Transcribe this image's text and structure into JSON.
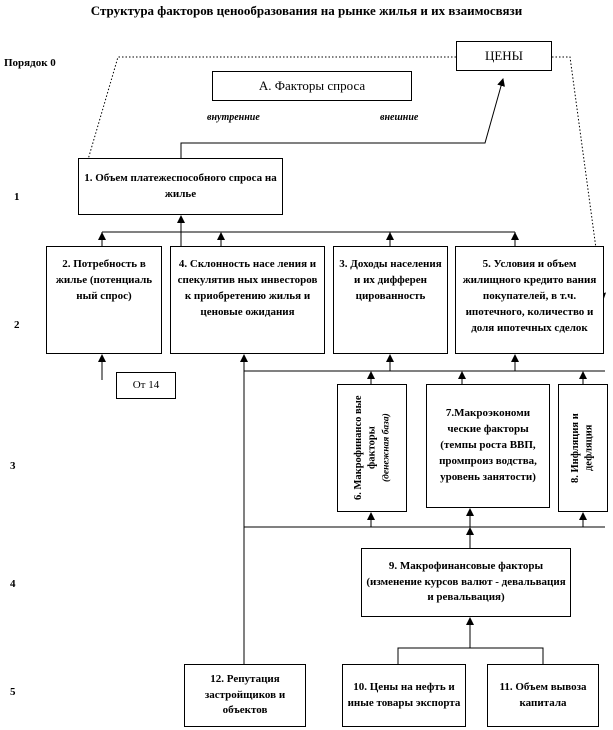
{
  "title": "Структура факторов ценообразования на рынке жилья и их взаимосвязи",
  "levels": [
    "Порядок 0",
    "1",
    "2",
    "3",
    "4",
    "5"
  ],
  "prices": "ЦЕНЫ",
  "demand_header": "А. Факторы спроса",
  "labels": {
    "internal": "внутренние",
    "external": "внешние"
  },
  "nodes": {
    "n1": "1. Объем платежеспособного спроса на жилье",
    "n2": "2. Потребность в жилье (потенциаль ный спрос)",
    "n4": "4. Склонность насе ления и спекулятив ных инвесторов к приобретению жилья и ценовые ожидания",
    "n3": "3. Доходы населения и их дифферен цированность",
    "n5": "5. Условия и объем жилищного кредито вания покупателей, в т.ч. ипотечного, количество и доля ипотечных сделок",
    "from14": "От 14",
    "n6_title": "6. Макрофинансо вые факторы",
    "n6_sub": "(денежная база)",
    "n7": "7.Макроэкономи ческие факторы (темпы роста ВВП, промпроиз водства, уровень занятости)",
    "n8": "8. Инфляция и дефляция",
    "n9": "9. Макрофинансовые факторы (изменение курсов валют - девальвация и ревальвация)",
    "n12": "12. Репутация застройщиков и объектов",
    "n10": "10. Цены на нефть и иные товары экспорта",
    "n11": "11. Объем вывоза капитала"
  }
}
